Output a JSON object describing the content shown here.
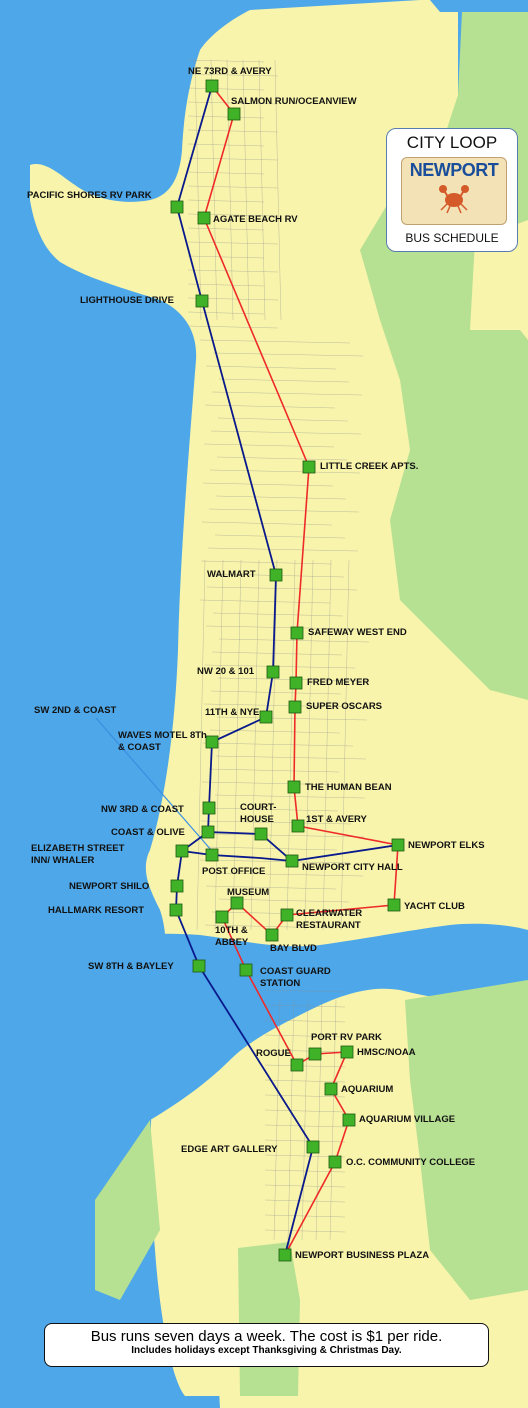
{
  "colors": {
    "water": "#4ea7e8",
    "land": "#f8f4ab",
    "park": "#b6e092",
    "streets": "#8d8d8d",
    "route_red": "#ee2a2a",
    "route_blue": "#0a1a8c",
    "stop_fill": "#3fb228",
    "pointer_line": "#3a8fe0"
  },
  "logo": {
    "title": "CITY LOOP",
    "brand": "NEWPORT",
    "subtitle": "BUS SCHEDULE",
    "icon": "crab-icon"
  },
  "stops": [
    {
      "id": "ne73",
      "label": "NE 73RD & AVERY"
    },
    {
      "id": "salmon",
      "label": "SALMON RUN/OCEANVIEW"
    },
    {
      "id": "pacific",
      "label": "PACIFIC SHORES RV PARK"
    },
    {
      "id": "agate",
      "label": "AGATE BEACH RV"
    },
    {
      "id": "lighthouse",
      "label": "LIGHTHOUSE DRIVE"
    },
    {
      "id": "littlecreek",
      "label": "LITTLE CREEK APTS."
    },
    {
      "id": "walmart",
      "label": "WALMART"
    },
    {
      "id": "safeway",
      "label": "SAFEWAY WEST END"
    },
    {
      "id": "nw20",
      "label": "NW 20 & 101"
    },
    {
      "id": "fredmeyer",
      "label": "FRED MEYER"
    },
    {
      "id": "11thnye",
      "label": "11TH & NYE"
    },
    {
      "id": "superoscars",
      "label": "SUPER OSCARS"
    },
    {
      "id": "waves",
      "label": "WAVES MOTEL 8Th & COAST"
    },
    {
      "id": "humanbean",
      "label": "THE HUMAN BEAN"
    },
    {
      "id": "nw3rd",
      "label": "NW 3RD & COAST"
    },
    {
      "id": "courthouse",
      "label": "COURT- HOUSE"
    },
    {
      "id": "1stavery",
      "label": "1ST & AVERY"
    },
    {
      "id": "coastolive",
      "label": "COAST & OLIVE"
    },
    {
      "id": "elks",
      "label": "NEWPORT ELKS"
    },
    {
      "id": "elizabeth",
      "label": "ELIZABETH STREET INN/ WHALER"
    },
    {
      "id": "cityhall",
      "label": "NEWPORT CITY HALL"
    },
    {
      "id": "postoffice",
      "label": "POST OFFICE"
    },
    {
      "id": "shilo",
      "label": "NEWPORT SHILO"
    },
    {
      "id": "yacht",
      "label": "YACHT CLUB"
    },
    {
      "id": "museum",
      "label": "MUSEUM"
    },
    {
      "id": "hallmark",
      "label": "HALLMARK RESORT"
    },
    {
      "id": "clearwater",
      "label": "CLEARWATER RESTAURANT"
    },
    {
      "id": "10thabbey",
      "label": "10TH & ABBEY"
    },
    {
      "id": "baybl",
      "label": "BAY BLVD"
    },
    {
      "id": "sw8th",
      "label": "SW 8TH & BAYLEY"
    },
    {
      "id": "coastguard",
      "label": "COAST GUARD STATION"
    },
    {
      "id": "portrv",
      "label": "PORT RV PARK"
    },
    {
      "id": "rogue",
      "label": "ROGUE"
    },
    {
      "id": "hmsc",
      "label": "HMSC/NOAA"
    },
    {
      "id": "aquarium",
      "label": "AQUARIUM"
    },
    {
      "id": "aqvillage",
      "label": "AQUARIUM VILLAGE"
    },
    {
      "id": "edgeart",
      "label": "EDGE ART GALLERY"
    },
    {
      "id": "occc",
      "label": "O.C. COMMUNITY COLLEGE"
    },
    {
      "id": "bizplaza",
      "label": "NEWPORT BUSINESS PLAZA"
    }
  ],
  "callouts": [
    {
      "id": "sw2nd",
      "label": "SW 2ND & COAST"
    }
  ],
  "footer": {
    "line1": "Bus runs seven days a week.  The cost is $1 per ride.",
    "line2": "Includes holidays except Thanksgiving & Christmas Day."
  }
}
